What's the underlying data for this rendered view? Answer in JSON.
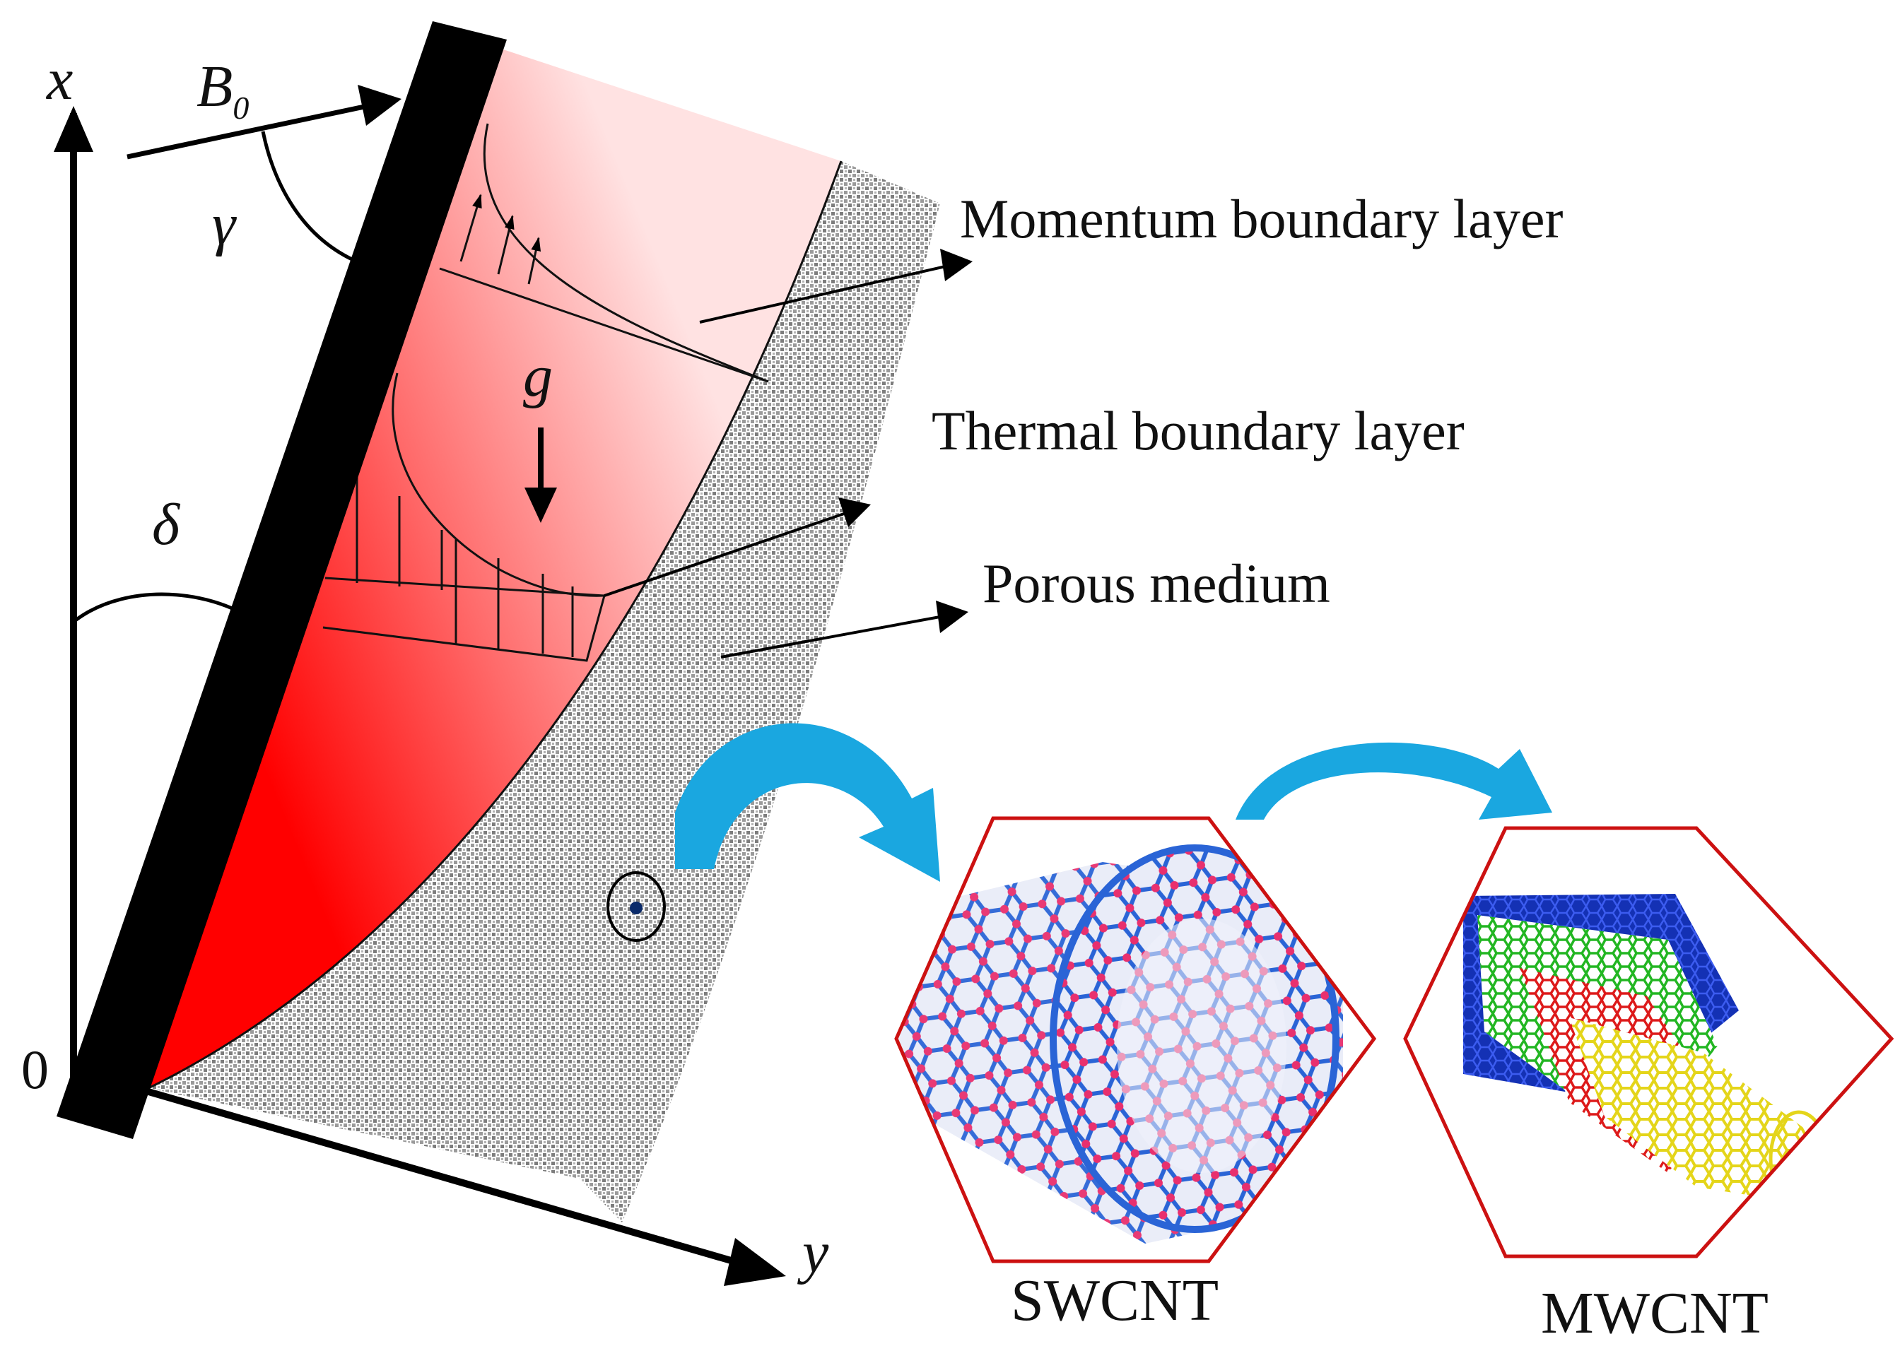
{
  "axes": {
    "x_label": "x",
    "y_label": "y",
    "origin_label": "0"
  },
  "symbols": {
    "field_symbol": "B",
    "field_subscript": "0",
    "field_angle": "γ",
    "gravity": "g",
    "inclination_angle": "δ"
  },
  "labels": {
    "momentum_layer": "Momentum boundary layer",
    "thermal_layer": "Thermal boundary layer",
    "porous_medium": "Porous medium"
  },
  "nanotubes": {
    "single": "SWCNT",
    "multi": "MWCNT"
  },
  "colors": {
    "plate": "#000000",
    "fluid_strong": "#ff0000",
    "fluid_light": "#ffd8d8",
    "porous": "#8a8a8a",
    "curved_arrow": "#1aa7e0",
    "hexagon_border": "#cc1111",
    "swcnt_bond": "#2a64d6",
    "swcnt_atom": "#e8306e",
    "mwcnt_outer": "#1d36c8",
    "mwcnt_middle": "#27c227",
    "mwcnt_inner": "#e01e1e",
    "mwcnt_core": "#ecec22"
  }
}
